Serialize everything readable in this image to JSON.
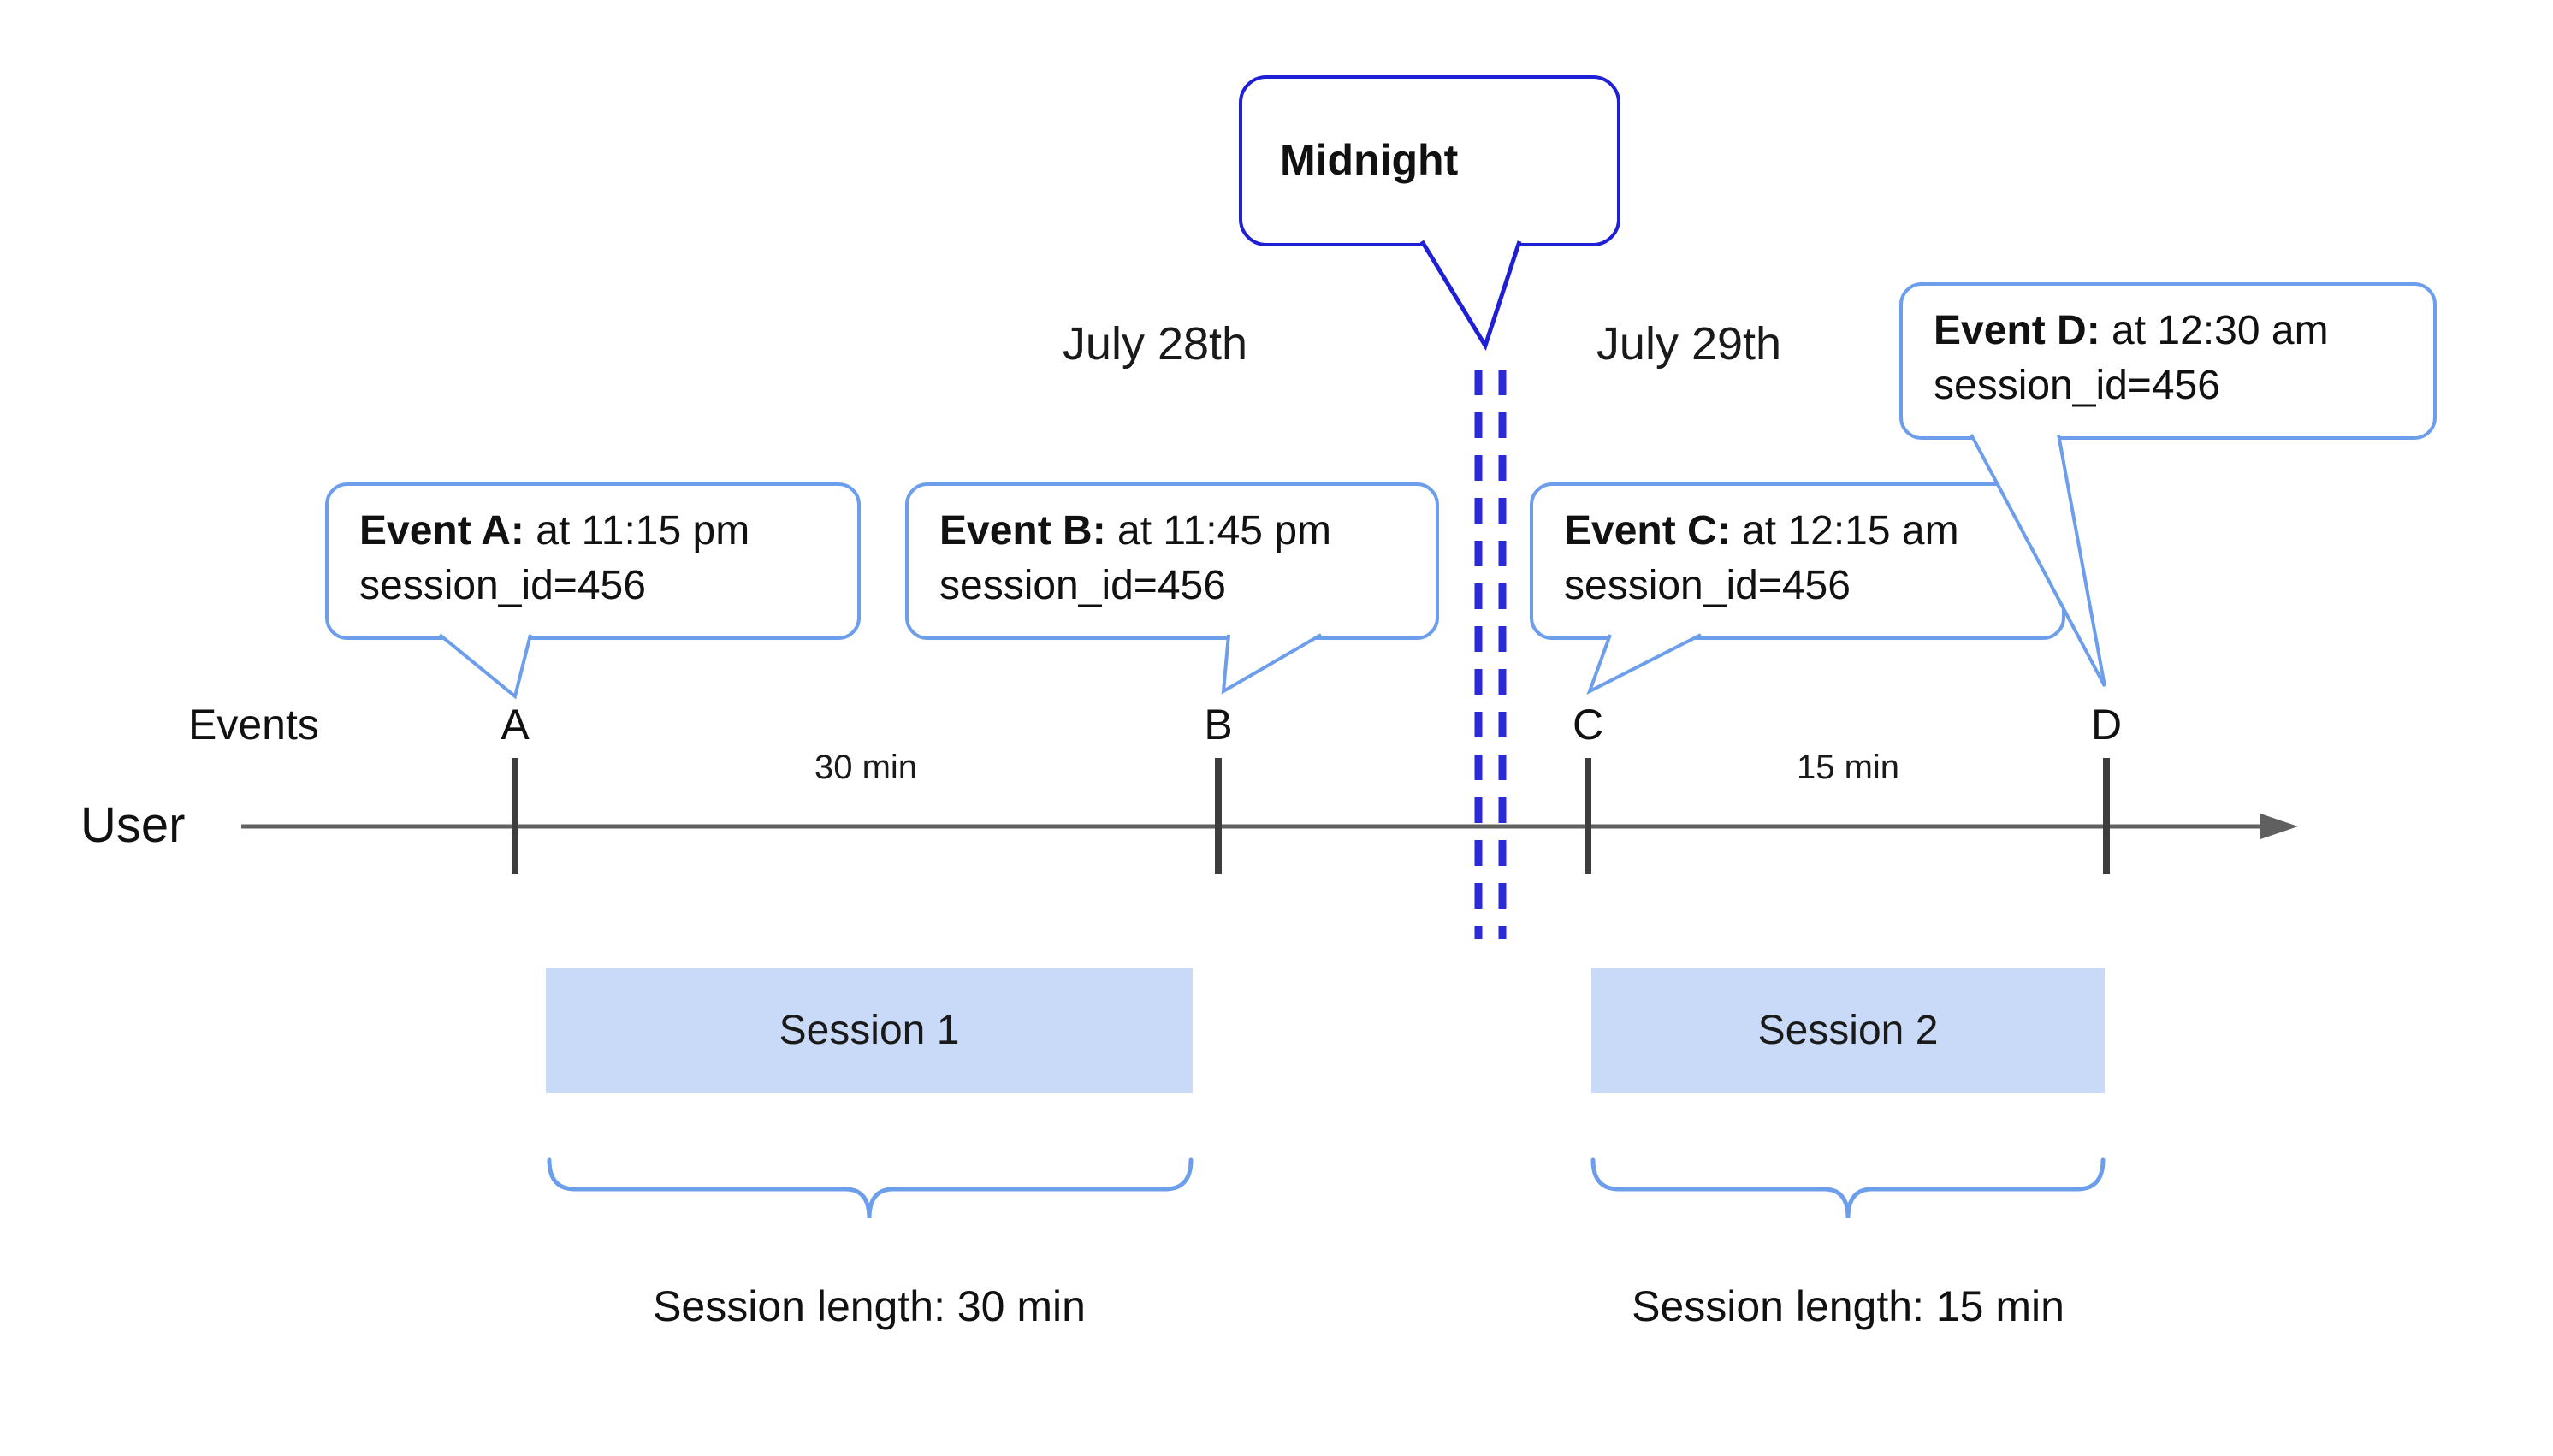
{
  "dates": {
    "july28": "July 28th",
    "july29": "July 29th"
  },
  "midnight": {
    "label": "Midnight"
  },
  "axis": {
    "events_label": "Events",
    "user_label": "User"
  },
  "events": [
    {
      "letter": "A",
      "bold": "Event A:",
      "text": " at 11:15 pm",
      "line2": "session_id=456"
    },
    {
      "letter": "B",
      "bold": "Event B:",
      "text": " at 11:45 pm",
      "line2": "session_id=456"
    },
    {
      "letter": "C",
      "bold": "Event C:",
      "text": " at 12:15 am",
      "line2": "session_id=456"
    },
    {
      "letter": "D",
      "bold": "Event D:",
      "text": " at 12:30 am",
      "line2": "session_id=456"
    }
  ],
  "gaps": [
    {
      "label": "30 min"
    },
    {
      "label": "15 min"
    }
  ],
  "sessions": [
    {
      "label": "Session 1",
      "length": "Session length: 30 min"
    },
    {
      "label": "Session 2",
      "length": "Session length: 15 min"
    }
  ],
  "colors": {
    "callout_border": "#6d9eeb",
    "midnight_border": "#1f1fd6",
    "dashed_line": "#2a2ad8",
    "session_fill": "#c9daf8",
    "timeline": "#606060",
    "tick": "#3d3d3d",
    "brace": "#6d9eeb"
  }
}
